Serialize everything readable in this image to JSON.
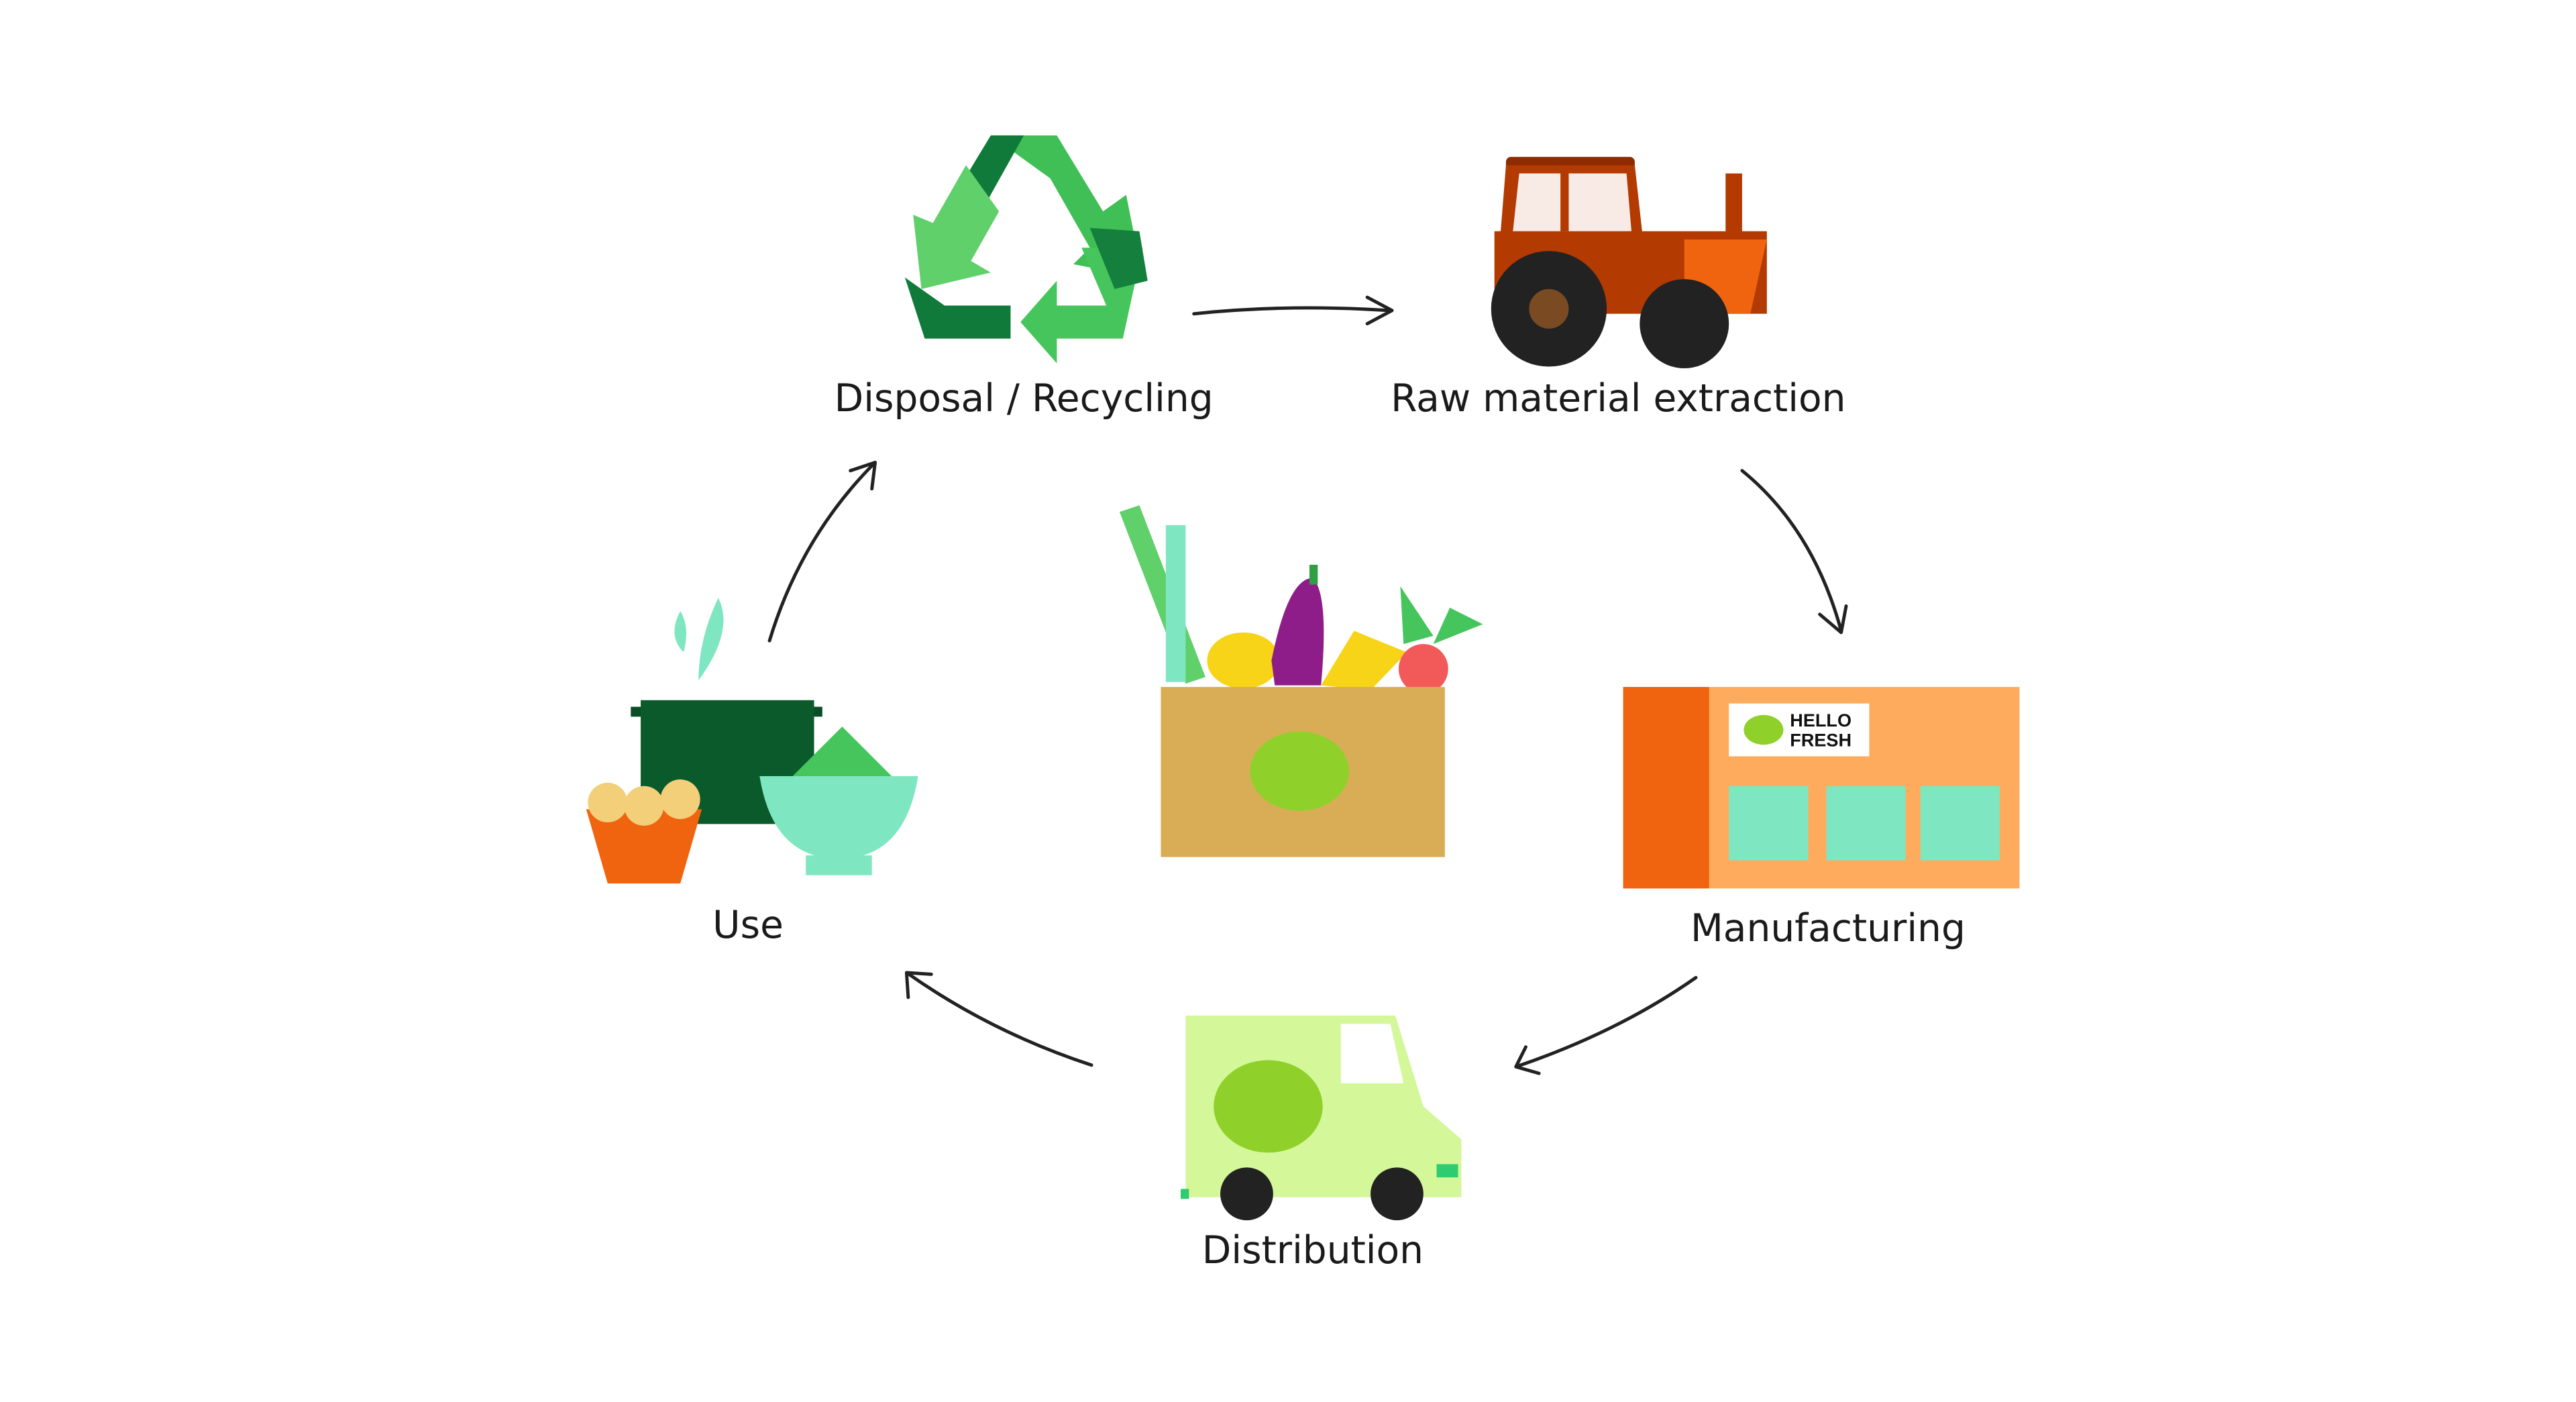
{
  "diagram": {
    "title": "Product life cycle",
    "stages": [
      {
        "label": "Disposal / Recycling",
        "icon": "recycle-icon"
      },
      {
        "label": "Raw material extraction",
        "icon": "tractor-icon"
      },
      {
        "label": "Manufacturing",
        "icon": "factory-icon"
      },
      {
        "label": "Distribution",
        "icon": "delivery-truck-icon"
      },
      {
        "label": "Use",
        "icon": "cooking-icon"
      }
    ],
    "center_icon": "grocery-box-icon",
    "brand": {
      "line1": "HELLO",
      "line2": "FRESH"
    },
    "colors": {
      "green_dark": "#0f7a3a",
      "green_light": "#5fd06a",
      "tractor": "#b33a00",
      "orange": "#f0640f",
      "factory_wall": "#ffab5e",
      "truck": "#d4f79a",
      "lime": "#8fd12a",
      "mint": "#7fe6c2",
      "box": "#d9ad55"
    }
  }
}
